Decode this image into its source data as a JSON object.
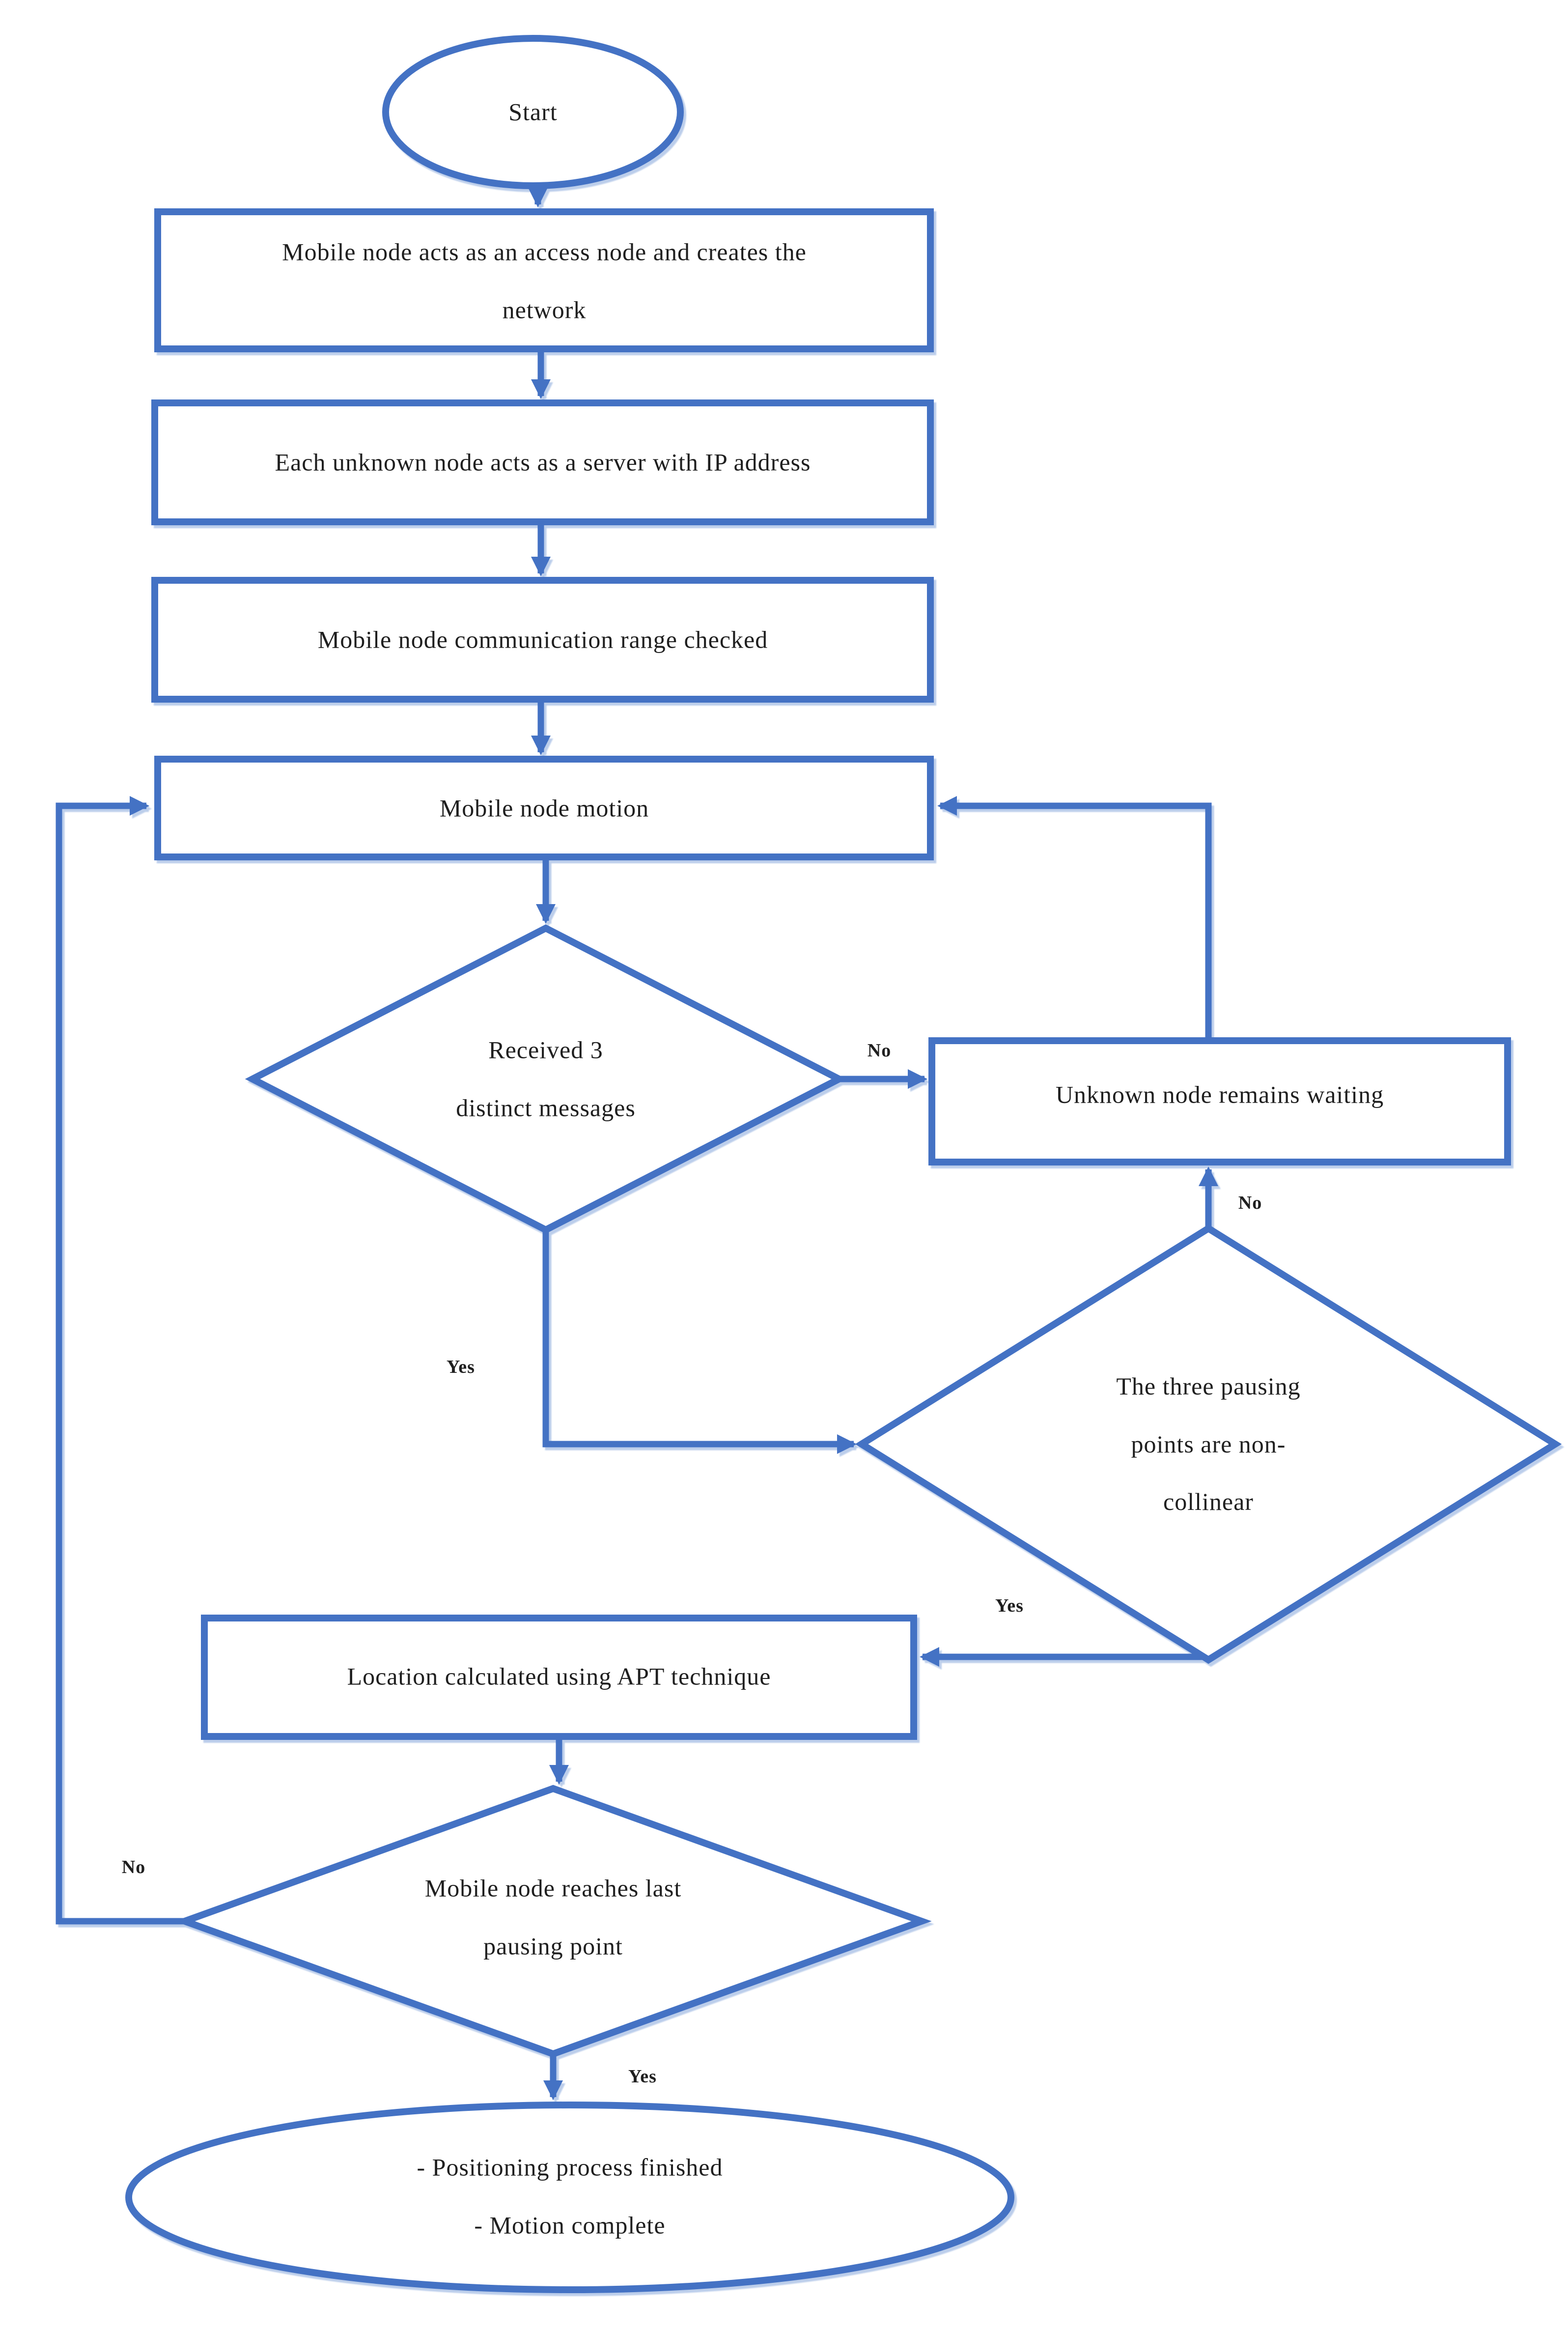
{
  "flowchart": {
    "colors": {
      "accent": "#4472C4",
      "line_shadow": "#b0c6e8",
      "text": "#1f1f1f"
    },
    "nodes": {
      "start": {
        "type": "terminator",
        "label": "Start"
      },
      "create_network": {
        "type": "process",
        "label": "Mobile node acts as an access node and creates the\nnetwork"
      },
      "unknown_server": {
        "type": "process",
        "label": "Each unknown node acts as a server with IP address"
      },
      "range_checked": {
        "type": "process",
        "label": "Mobile node communication range checked"
      },
      "node_motion": {
        "type": "process",
        "label": "Mobile node motion"
      },
      "received_messages": {
        "type": "decision",
        "label": "Received 3\ndistinct messages"
      },
      "remains_waiting": {
        "type": "process",
        "label": "Unknown node remains waiting"
      },
      "noncollinear": {
        "type": "decision",
        "label": "The three pausing\npoints are non-\ncollinear"
      },
      "apt_location": {
        "type": "process",
        "label": "Location calculated using APT technique"
      },
      "reaches_last_point": {
        "type": "decision",
        "label": "Mobile node reaches last\npausing point"
      },
      "finished": {
        "type": "terminator",
        "label": "- Positioning process finished\n- Motion complete"
      }
    },
    "edge_labels": {
      "received_no": "No",
      "received_yes": "Yes",
      "noncollinear_no": "No",
      "noncollinear_yes": "Yes",
      "reaches_no": "No",
      "reaches_yes": "Yes"
    }
  }
}
